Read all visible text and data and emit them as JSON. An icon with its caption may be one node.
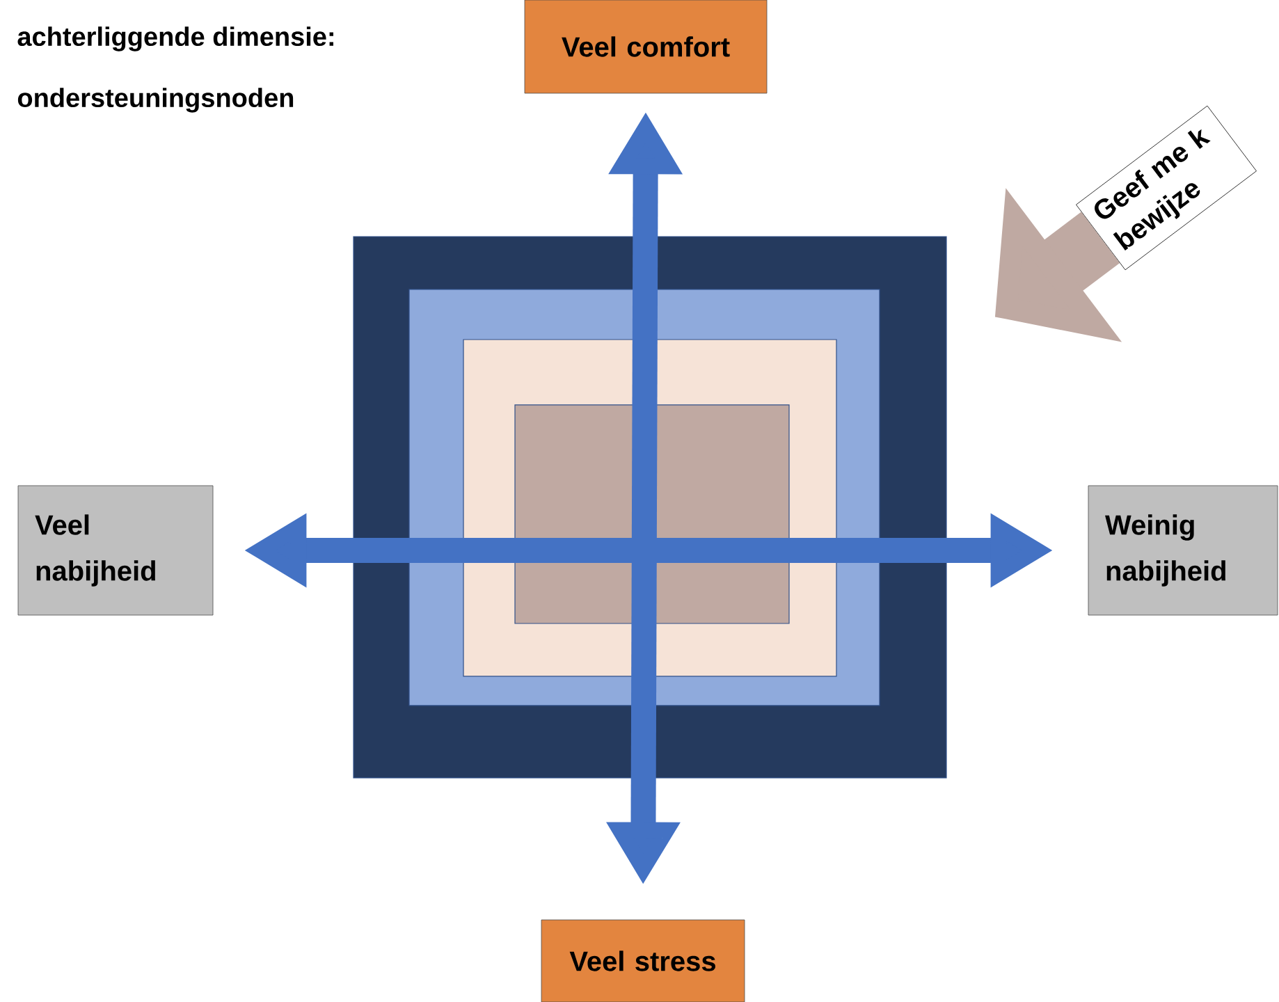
{
  "diagram": {
    "nodes": [
      {
        "text": [
          "Veel comfort"
        ]
      },
      {
        "text": [
          "Veel nabijheid"
        ]
      },
      {
        "text": [
          "Weinig nabijheid"
        ]
      },
      {
        "text": [
          "Veel stress"
        ]
      },
      {
        "text": [
          "Geef me k bewijze"
        ]
      }
    ],
    "edges": [
      {
        "from": 3,
        "to": 0,
        "arrow": "both"
      },
      {
        "from": 1,
        "to": 2,
        "arrow": "both"
      },
      {
        "from": 4,
        "to": null,
        "arrow": "to",
        "style": "thick",
        "color": "#bfa9a2"
      }
    ],
    "labels": [
      "achterliggende dimensie:",
      "ondersteuningsnoden"
    ]
  }
}
